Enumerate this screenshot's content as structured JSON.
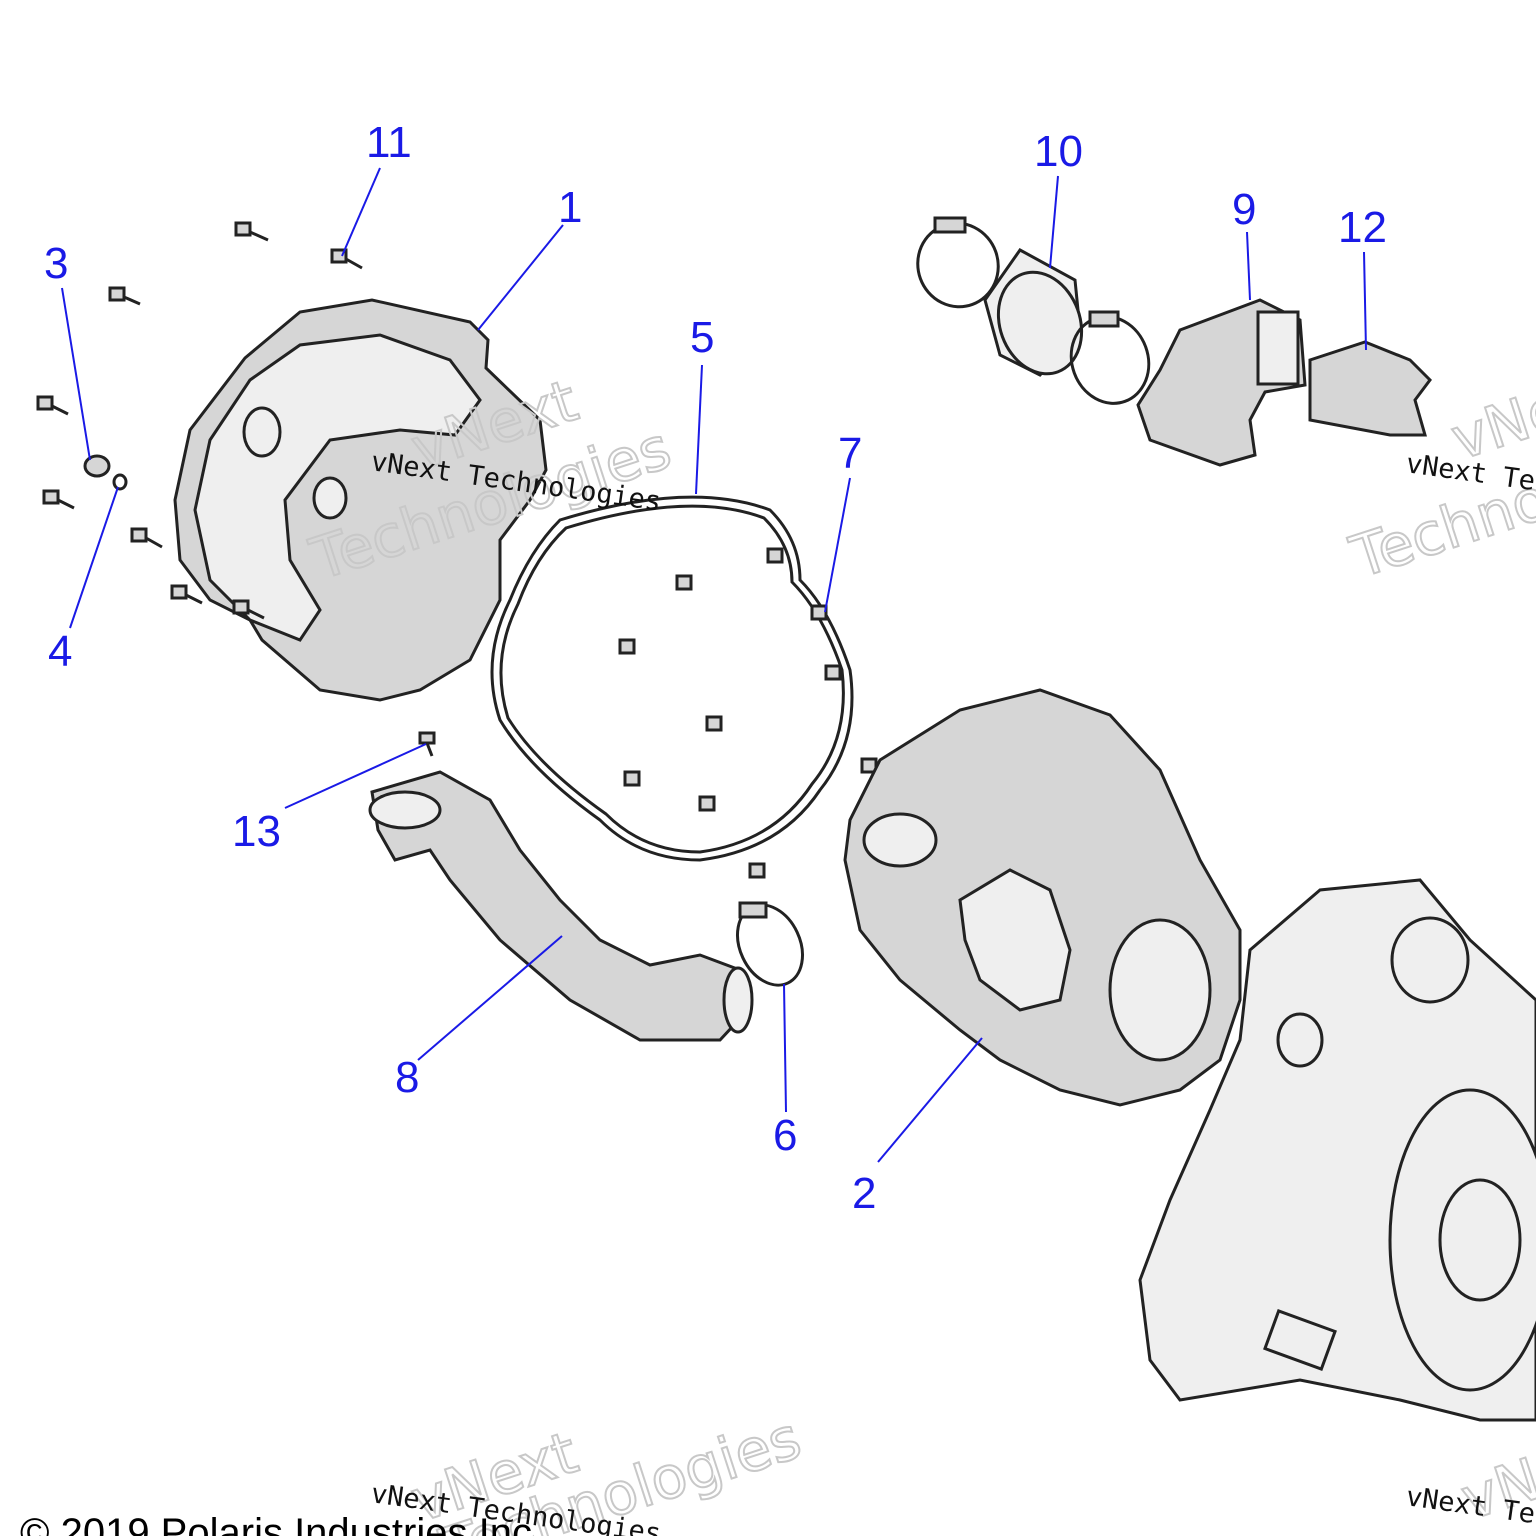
{
  "callouts": {
    "c1": "1",
    "c2": "2",
    "c3": "3",
    "c4": "4",
    "c5": "5",
    "c6": "6",
    "c7": "7",
    "c8": "8",
    "c9": "9",
    "c10": "10",
    "c11": "11",
    "c12": "12",
    "c13": "13"
  },
  "watermark": {
    "line1": "vNext",
    "line2": "Technologies",
    "mono": "vNext Technologies",
    "mono_right": "vNext Te"
  },
  "copyright": "© 2019 Polaris Industries Inc."
}
